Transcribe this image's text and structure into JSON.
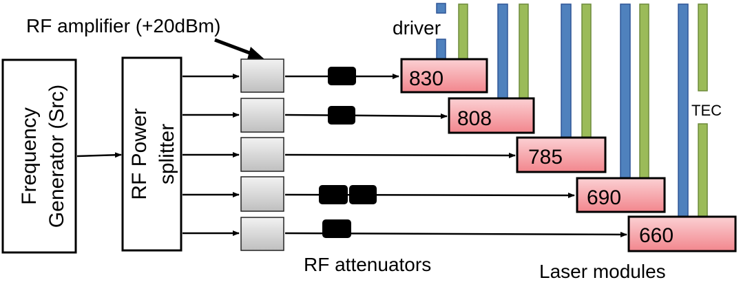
{
  "labels": {
    "freq_gen_line1": "Frequency",
    "freq_gen_line2": "Generator (Src)",
    "splitter_line1": "RF Power",
    "splitter_line2": "splitter",
    "amplifier": "RF amplifier (+20dBm)",
    "driver": "driver",
    "tec": "TEC",
    "attenuators": "RF attenuators",
    "laser_modules": "Laser modules"
  },
  "lasers": [
    {
      "wavelength": "830",
      "attenuators": 1
    },
    {
      "wavelength": "808",
      "attenuators": 1
    },
    {
      "wavelength": "785",
      "attenuators": 0
    },
    {
      "wavelength": "690",
      "attenuators": 2
    },
    {
      "wavelength": "660",
      "attenuators": 1
    }
  ],
  "colors": {
    "laser_fill": "#f6a3a8",
    "driver_bar": "#4f81bd",
    "tec_bar": "#9bbb59",
    "attenuator": "#000000",
    "amplifier_fill": "#d9d9d9"
  }
}
